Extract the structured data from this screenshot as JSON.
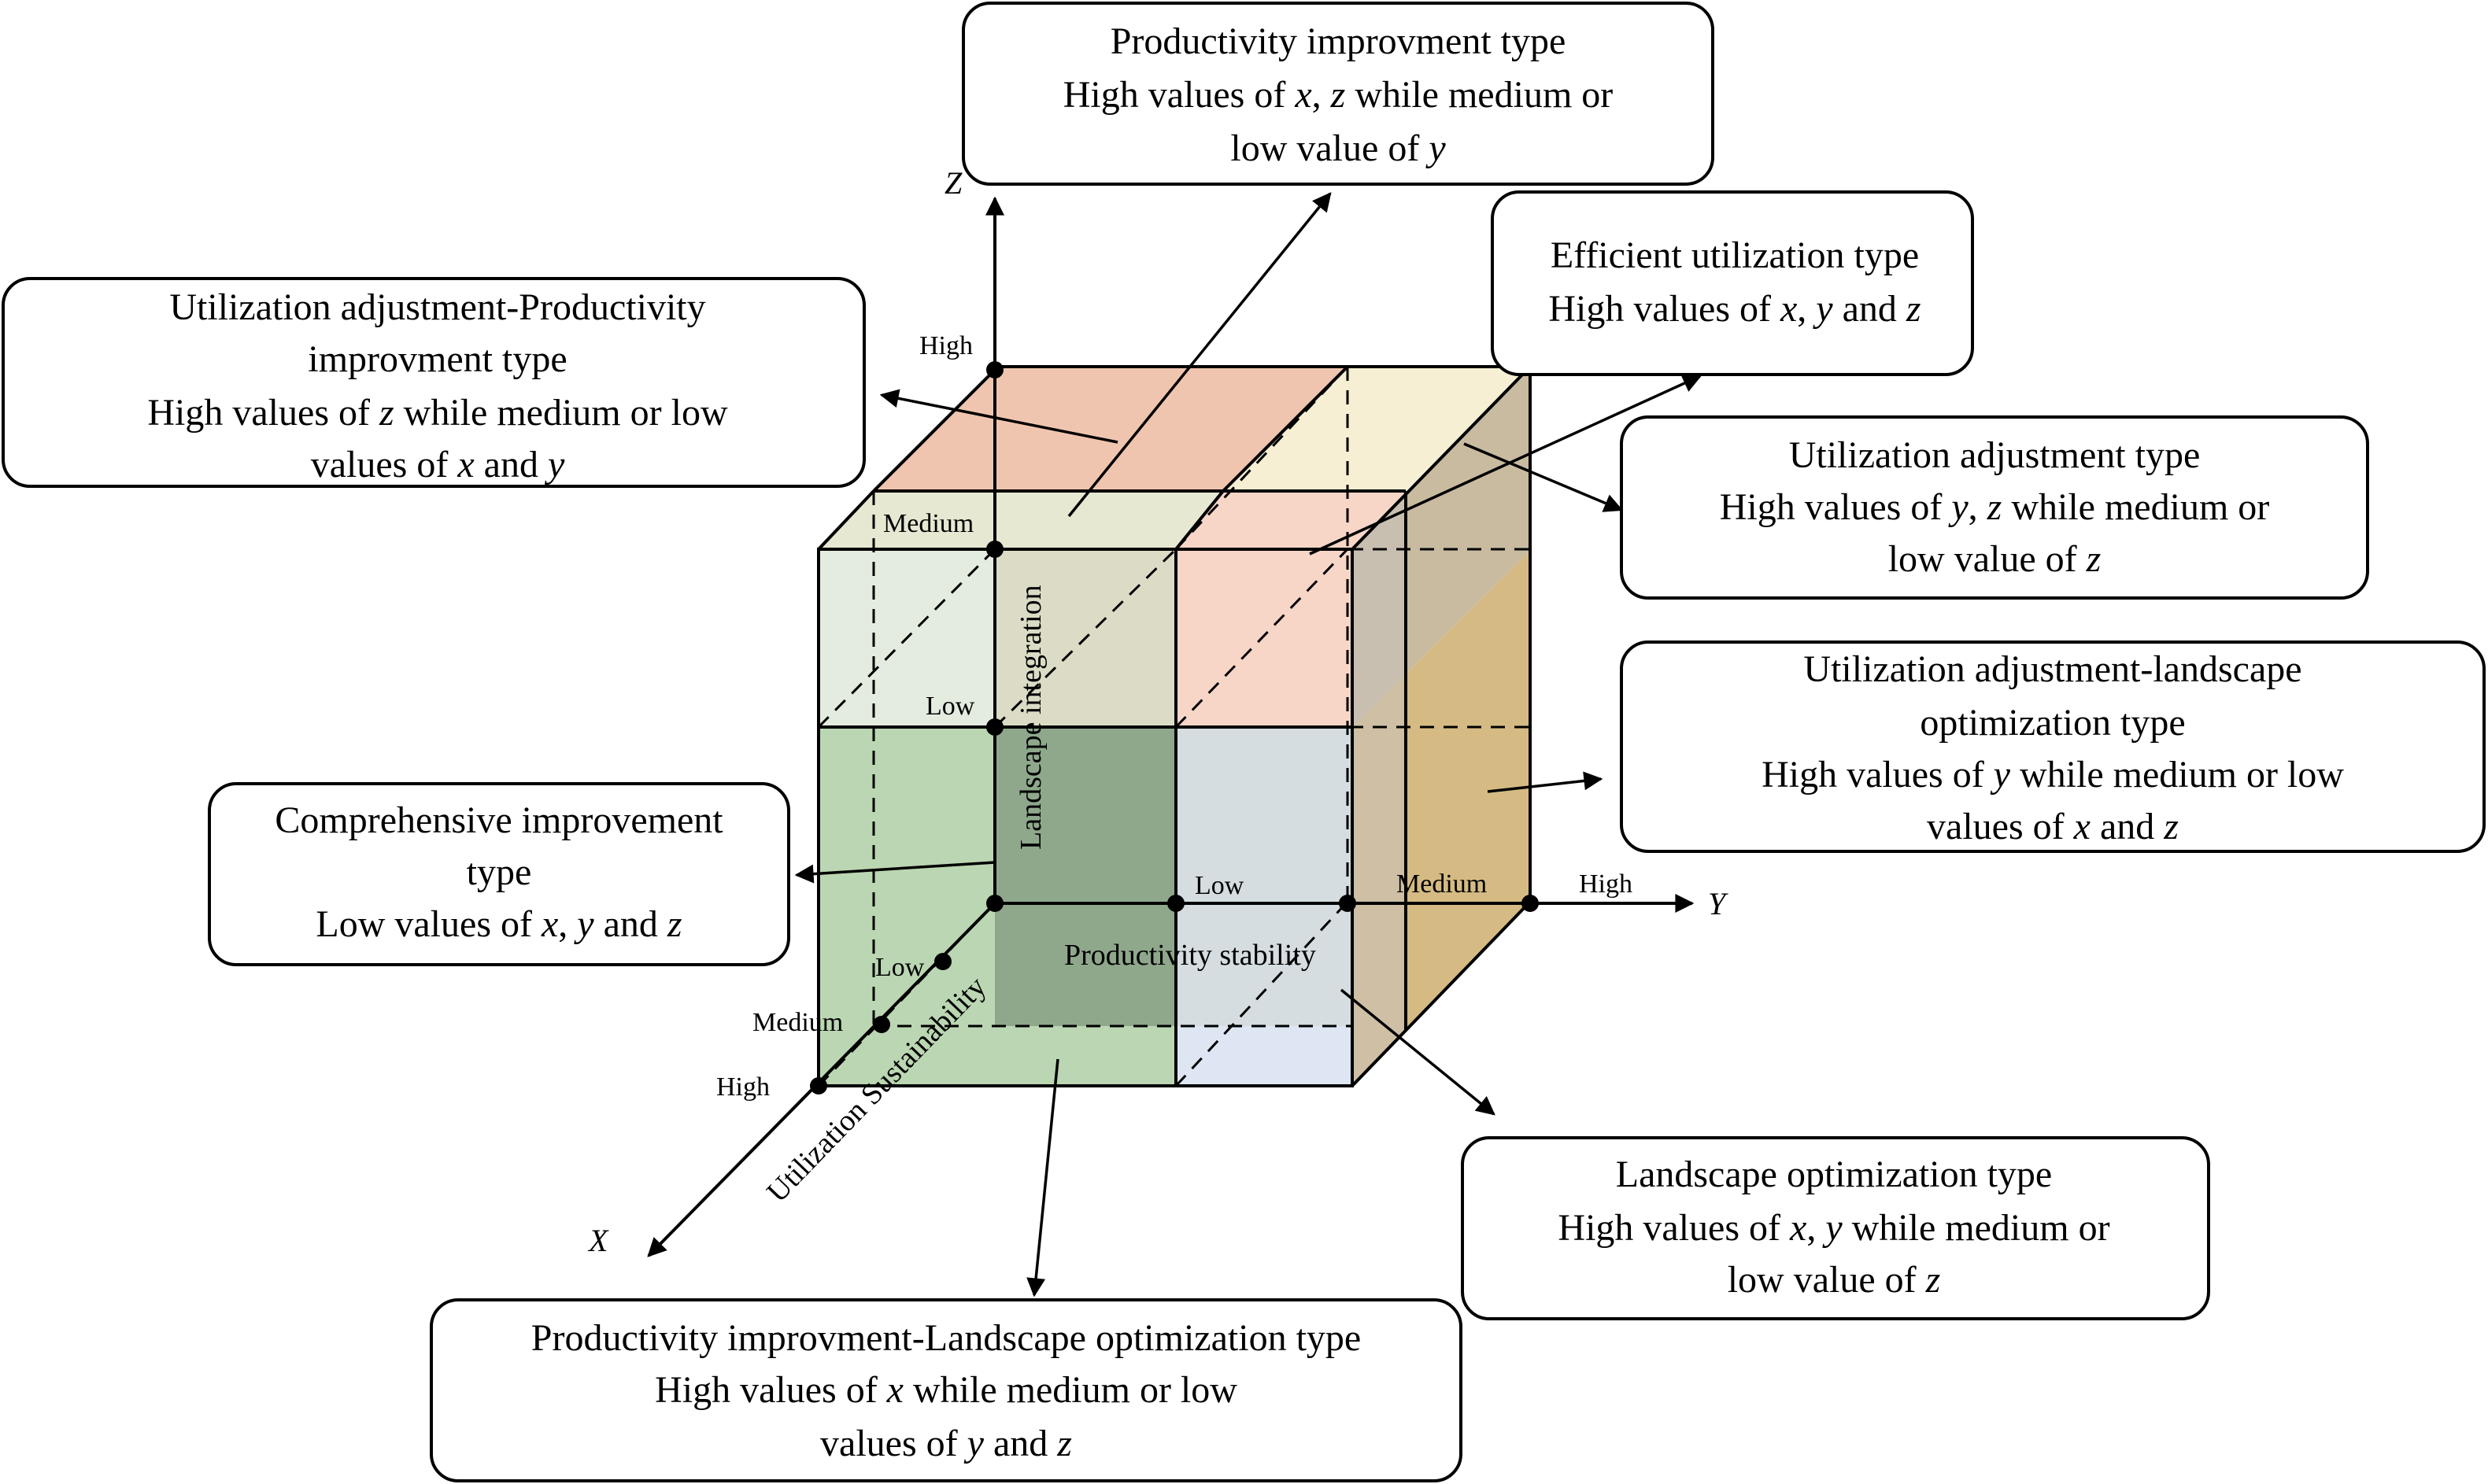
{
  "axes": {
    "x": {
      "name": "X",
      "title": "Utilization Sustainability",
      "levels": [
        "Low",
        "Medium",
        "High"
      ]
    },
    "y": {
      "name": "Y",
      "title": "Productivity stability",
      "levels": [
        "Low",
        "Medium",
        "High"
      ]
    },
    "z": {
      "name": "Z",
      "title": "Landscape integration",
      "levels": [
        "Low",
        "Medium",
        "High"
      ]
    }
  },
  "boxes": {
    "productivity": {
      "title": "Productivity improvment type",
      "l2": {
        "a": "High values of ",
        "v1": "x",
        "b": ", ",
        "v2": "z",
        "c": " while medium or"
      },
      "l3": {
        "a": "low value of ",
        "v1": "y"
      }
    },
    "efficient": {
      "title": "Efficient utilization type",
      "l2": {
        "a": "High values of ",
        "v1": "x",
        "b": ", ",
        "v2": "y",
        "c": " and ",
        "v3": "z"
      }
    },
    "util_prod": {
      "l1": "Utilization adjustment-Productivity",
      "l2": "improvment type",
      "l3": {
        "a": "High values of ",
        "v1": "z",
        "b": " while medium or low"
      },
      "l4": {
        "a": "values of  ",
        "v1": "x",
        "b": " and ",
        "v2": "y"
      }
    },
    "util_adj": {
      "title": "Utilization adjustment type",
      "l2": {
        "a": "High values of ",
        "v1": "y",
        "b": ", ",
        "v2": "z",
        "c": " while medium or"
      },
      "l3": {
        "a": "low value of ",
        "v1": "z"
      }
    },
    "util_land": {
      "l1": "Utilization adjustment-landscape",
      "l2": "optimization type",
      "l3": {
        "a": "High values of ",
        "v1": "y",
        "b": " while medium or low"
      },
      "l4": {
        "a": "values of ",
        "v1": "x",
        "b": " and ",
        "v2": "z"
      }
    },
    "comprehensive": {
      "l1": "Comprehensive improvement",
      "l2": "type",
      "l3": {
        "a": "Low values of ",
        "v1": "x",
        "b": ", ",
        "v2": "y",
        "c": " and ",
        "v3": "z"
      }
    },
    "landscape": {
      "title": "Landscape optimization type",
      "l2": {
        "a": "High values of  ",
        "v1": "x",
        "b": ", ",
        "v2": "y",
        "c": " while medium or"
      },
      "l3": {
        "a": "low value of ",
        "v1": "z"
      }
    },
    "prod_land": {
      "title": "Productivity improvment-Landscape optimization type",
      "l2": {
        "a": "High values of ",
        "v1": "x",
        "b": " while medium or low"
      },
      "l3": {
        "a": "values of ",
        "v1": "y",
        "b": " and ",
        "v2": "z"
      }
    }
  },
  "colors": {
    "salmon": "#efc2ab",
    "cream": "#f6efd3",
    "tan": "#d5bb83",
    "green_light": "#bbd6b2",
    "green_dark": "#8fa88c",
    "blue_light": "#dde6f2",
    "pink": "#f7d6c8"
  }
}
